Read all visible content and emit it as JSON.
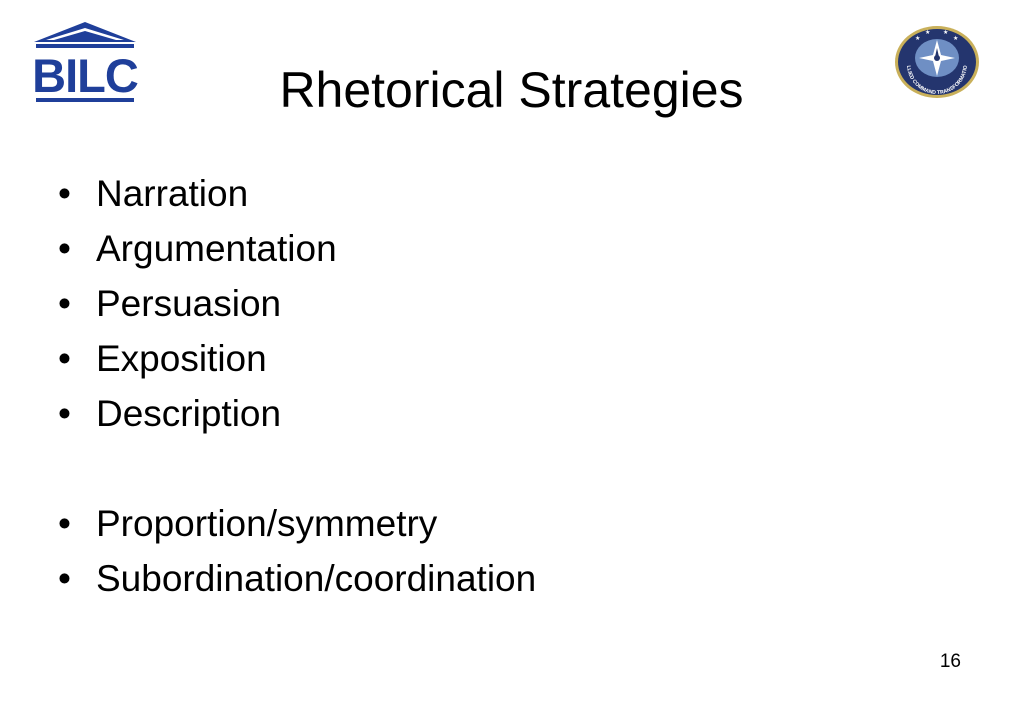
{
  "logos": {
    "left_wordmark": "BILC",
    "right_seal_text": "ALLIED COMMAND TRANSFORMATION"
  },
  "slide": {
    "title": "Rhetorical Strategies",
    "bullets": [
      "Narration",
      "Argumentation",
      "Persuasion",
      "Exposition",
      "Description",
      "Proportion/symmetry",
      "Subordination/coordination"
    ],
    "page_number": "16"
  },
  "colors": {
    "bilc_blue": "#1f3f9a",
    "seal_navy": "#24356e",
    "seal_gold": "#c9b05a"
  }
}
